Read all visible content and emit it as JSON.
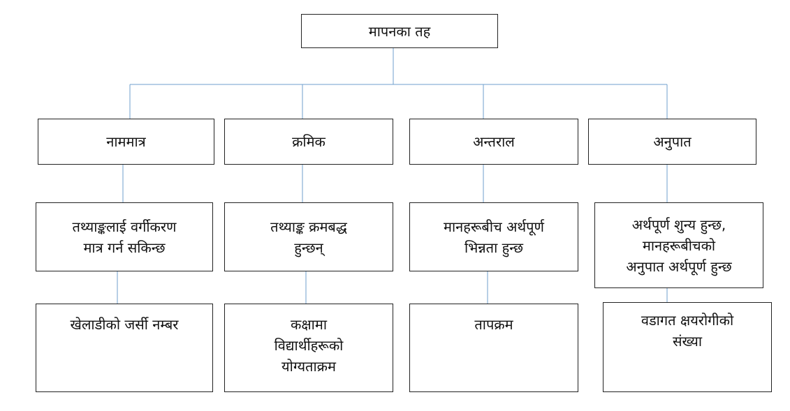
{
  "diagram": {
    "root": {
      "label": "मापनका तह"
    },
    "branches": [
      {
        "category": "नाममात्र",
        "description": [
          "तथ्याङ्कलाई वर्गीकरण",
          "मात्र गर्न सकिन्छ"
        ],
        "example": [
          "खेलाडीको जर्सी नम्बर"
        ]
      },
      {
        "category": "क्रमिक",
        "description": [
          "तथ्याङ्क क्रमबद्ध",
          "हुन्छन्"
        ],
        "example": [
          "कक्षामा",
          "विद्यार्थीहरूको",
          "योग्यताक्रम"
        ]
      },
      {
        "category": "अन्तराल",
        "description": [
          "मानहरूबीच अर्थपूर्ण",
          "भिन्नता हुन्छ"
        ],
        "example": [
          "तापक्रम"
        ]
      },
      {
        "category": "अनुपात",
        "description": [
          "अर्थपूर्ण शुन्य हुन्छ,",
          "मानहरूबीचको",
          "अनुपात अर्थपूर्ण हुन्छ"
        ],
        "example": [
          "वडागत क्षयरोगीको",
          "संख्या"
        ]
      }
    ]
  },
  "colors": {
    "connector": "#6f9fcd",
    "box_border": "#222222"
  }
}
